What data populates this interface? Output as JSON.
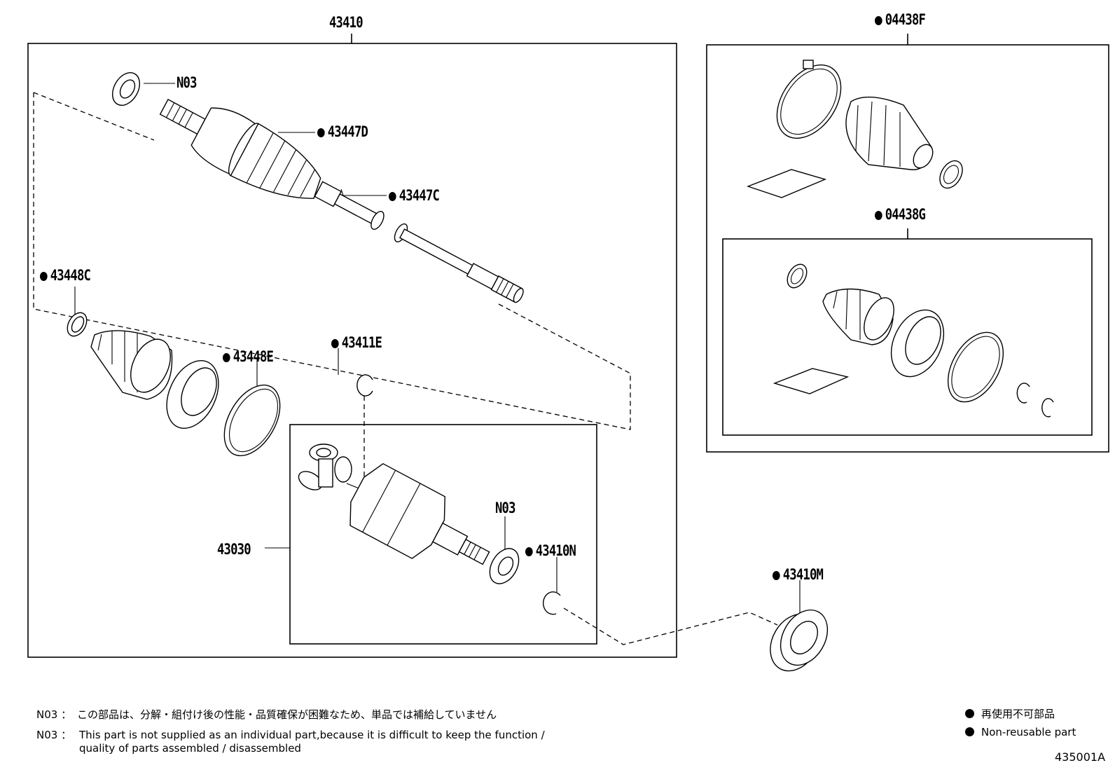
{
  "labels": {
    "assy": "43410",
    "boot_kit_outer": "04438F",
    "boot_kit_inner": "04438G",
    "seal_top": "N03",
    "band_large_outer": "43447D",
    "band_small_outer": "43447C",
    "band_small_inner": "43448C",
    "band_large_inner": "43448E",
    "snap_ring": "43411E",
    "inboard_joint": "43030",
    "seal_inner": "N03",
    "hole_snap_ring": "43410N",
    "bearing": "43410M"
  },
  "notes": {
    "jp_prefix": "N03 ：",
    "jp_text": "この部品は、分解・組付け後の性能・品質確保が困難なため、単品では補給していません",
    "en_prefix": "N03 ：",
    "en_line1": "This part is not supplied as an individual part,because it is difficult to keep the function /",
    "en_line2": "quality of parts assembled / disassembled"
  },
  "legend": {
    "jp": "再使用不可部品",
    "en": "Non-reusable part"
  },
  "diagram_code": "435001A"
}
